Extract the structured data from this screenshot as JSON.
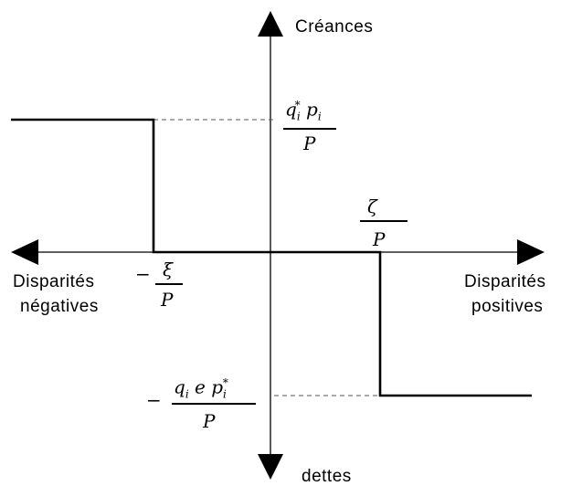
{
  "axes": {
    "y_top_label": "Créances",
    "y_bottom_label": "dettes",
    "x_left_label": [
      "Disparités",
      "négatives"
    ],
    "x_right_label": [
      "Disparités",
      "positives"
    ]
  },
  "fractions": {
    "top": {
      "numerator": "q",
      "sub1": "i",
      "sup1": "*",
      "mid": "p",
      "sub2": "i",
      "denominator": "P"
    },
    "xi": {
      "sign": "−",
      "numerator": "ξ",
      "denominator": "P"
    },
    "zeta": {
      "numerator": "ζ",
      "denominator": "P"
    },
    "bottom": {
      "sign": "−",
      "numerator": "q",
      "sub1": "i",
      "mid": "e p",
      "sub2": "i",
      "sup2": "*",
      "denominator": "P"
    }
  },
  "colors": {
    "line": "#000000",
    "dash": "#555555",
    "background": "#ffffff"
  }
}
